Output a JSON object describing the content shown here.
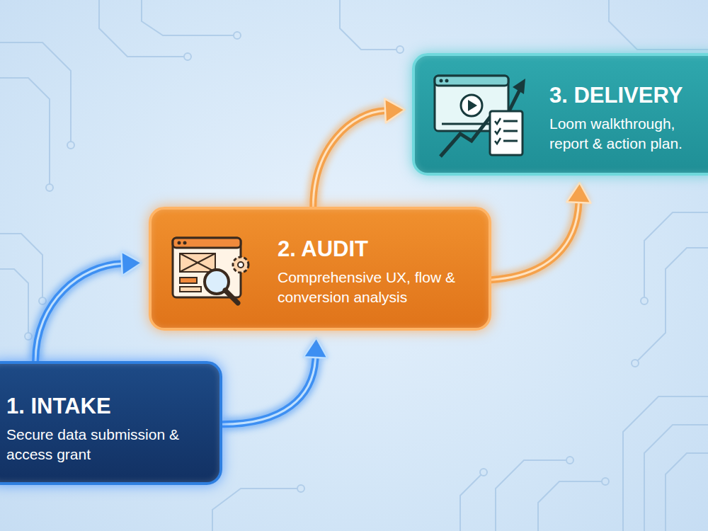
{
  "diagram": {
    "nodes": [
      {
        "text": [
          "1. INTAKE",
          "Secure data submission & access grant"
        ]
      },
      {
        "text": [
          "2. AUDIT",
          "Comprehensive UX, flow & conversion analysis"
        ]
      },
      {
        "text": [
          "3. DELIVERY",
          "Loom walkthrough, report & action plan."
        ]
      }
    ],
    "edges": [
      {
        "from": 0,
        "to": 1,
        "arrow": "to"
      },
      {
        "from": 0,
        "to": 1,
        "arrow": "to"
      },
      {
        "from": 1,
        "to": 2,
        "arrow": "to"
      },
      {
        "from": 1,
        "to": 2,
        "arrow": "to"
      }
    ]
  }
}
